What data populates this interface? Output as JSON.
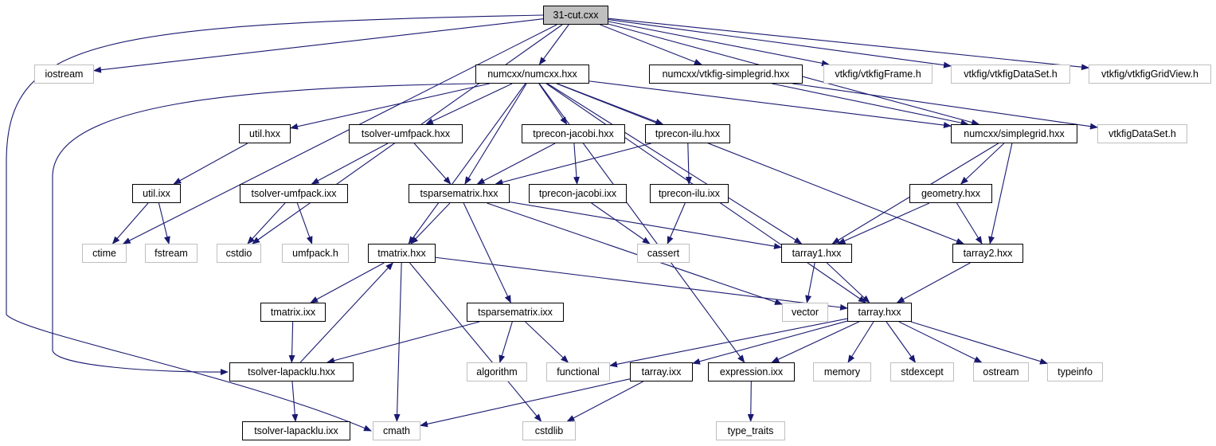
{
  "diagram": {
    "title": "",
    "colors": {
      "edge": "#191970",
      "local_border": "#000000",
      "system_border": "#bfbfbf",
      "root_fill": "#bfbfbf"
    },
    "nodes": [
      {
        "id": "root",
        "label": "31-cut.cxx",
        "kind": "root"
      },
      {
        "id": "iostream",
        "label": "iostream",
        "kind": "system"
      },
      {
        "id": "numcxx",
        "label": "numcxx/numcxx.hxx",
        "kind": "local"
      },
      {
        "id": "nsg",
        "label": "numcxx/vtkfig-simplegrid.hxx",
        "kind": "local"
      },
      {
        "id": "vframe",
        "label": "vtkfig/vtkfigFrame.h",
        "kind": "system"
      },
      {
        "id": "vds",
        "label": "vtkfig/vtkfigDataSet.h",
        "kind": "system"
      },
      {
        "id": "vgv",
        "label": "vtkfig/vtkfigGridView.h",
        "kind": "system"
      },
      {
        "id": "utilh",
        "label": "util.hxx",
        "kind": "local"
      },
      {
        "id": "tumf",
        "label": "tsolver-umfpack.hxx",
        "kind": "local"
      },
      {
        "id": "tjac",
        "label": "tprecon-jacobi.hxx",
        "kind": "local"
      },
      {
        "id": "tilu",
        "label": "tprecon-ilu.hxx",
        "kind": "local"
      },
      {
        "id": "sgrid",
        "label": "numcxx/simplegrid.hxx",
        "kind": "local"
      },
      {
        "id": "vdsh",
        "label": "vtkfigDataSet.h",
        "kind": "system"
      },
      {
        "id": "utili",
        "label": "util.ixx",
        "kind": "local"
      },
      {
        "id": "tumfi",
        "label": "tsolver-umfpack.ixx",
        "kind": "local"
      },
      {
        "id": "tsp",
        "label": "tsparsematrix.hxx",
        "kind": "local"
      },
      {
        "id": "tjaci",
        "label": "tprecon-jacobi.ixx",
        "kind": "local"
      },
      {
        "id": "tilui",
        "label": "tprecon-ilu.ixx",
        "kind": "local"
      },
      {
        "id": "geom",
        "label": "geometry.hxx",
        "kind": "local"
      },
      {
        "id": "ctime",
        "label": "ctime",
        "kind": "system"
      },
      {
        "id": "fstream",
        "label": "fstream",
        "kind": "system"
      },
      {
        "id": "cstdio",
        "label": "cstdio",
        "kind": "system"
      },
      {
        "id": "umfh",
        "label": "umfpack.h",
        "kind": "system"
      },
      {
        "id": "tmat",
        "label": "tmatrix.hxx",
        "kind": "local"
      },
      {
        "id": "cassert",
        "label": "cassert",
        "kind": "system"
      },
      {
        "id": "ta1",
        "label": "tarray1.hxx",
        "kind": "local"
      },
      {
        "id": "ta2",
        "label": "tarray2.hxx",
        "kind": "local"
      },
      {
        "id": "tmati",
        "label": "tmatrix.ixx",
        "kind": "local"
      },
      {
        "id": "tspi",
        "label": "tsparsematrix.ixx",
        "kind": "local"
      },
      {
        "id": "vector",
        "label": "vector",
        "kind": "system"
      },
      {
        "id": "tarr",
        "label": "tarray.hxx",
        "kind": "local"
      },
      {
        "id": "tlap",
        "label": "tsolver-lapacklu.hxx",
        "kind": "local"
      },
      {
        "id": "algo",
        "label": "algorithm",
        "kind": "system"
      },
      {
        "id": "func",
        "label": "functional",
        "kind": "system"
      },
      {
        "id": "tarri",
        "label": "tarray.ixx",
        "kind": "local"
      },
      {
        "id": "expr",
        "label": "expression.ixx",
        "kind": "local"
      },
      {
        "id": "memory",
        "label": "memory",
        "kind": "system"
      },
      {
        "id": "stdexc",
        "label": "stdexcept",
        "kind": "system"
      },
      {
        "id": "ostream",
        "label": "ostream",
        "kind": "system"
      },
      {
        "id": "typeinfo",
        "label": "typeinfo",
        "kind": "system"
      },
      {
        "id": "tlapi",
        "label": "tsolver-lapacklu.ixx",
        "kind": "local"
      },
      {
        "id": "cmath",
        "label": "cmath",
        "kind": "system"
      },
      {
        "id": "cstdlib",
        "label": "cstdlib",
        "kind": "system"
      },
      {
        "id": "typetr",
        "label": "type_traits",
        "kind": "system"
      }
    ],
    "edges": [
      [
        "root",
        "iostream"
      ],
      [
        "root",
        "numcxx"
      ],
      [
        "root",
        "nsg"
      ],
      [
        "root",
        "vframe"
      ],
      [
        "root",
        "vds"
      ],
      [
        "root",
        "vgv"
      ],
      [
        "root",
        "ctime"
      ],
      [
        "root",
        "cstdio"
      ],
      [
        "root",
        "cmath"
      ],
      [
        "root",
        "sgrid"
      ],
      [
        "numcxx",
        "utilh"
      ],
      [
        "numcxx",
        "tumf"
      ],
      [
        "numcxx",
        "tjac"
      ],
      [
        "numcxx",
        "tilu"
      ],
      [
        "numcxx",
        "sgrid"
      ],
      [
        "numcxx",
        "tsp"
      ],
      [
        "numcxx",
        "tmat"
      ],
      [
        "numcxx",
        "ta1"
      ],
      [
        "numcxx",
        "ta2"
      ],
      [
        "numcxx",
        "tarr"
      ],
      [
        "numcxx",
        "expr"
      ],
      [
        "numcxx",
        "tlap"
      ],
      [
        "nsg",
        "sgrid"
      ],
      [
        "nsg",
        "vdsh"
      ],
      [
        "utilh",
        "utili"
      ],
      [
        "utili",
        "ctime"
      ],
      [
        "utili",
        "fstream"
      ],
      [
        "tumf",
        "tumfi"
      ],
      [
        "tumf",
        "tsp"
      ],
      [
        "tumfi",
        "cstdio"
      ],
      [
        "tumfi",
        "umfh"
      ],
      [
        "tjac",
        "tsp"
      ],
      [
        "tjac",
        "tjaci"
      ],
      [
        "tjaci",
        "cassert"
      ],
      [
        "tilu",
        "tsp"
      ],
      [
        "tilu",
        "tilui"
      ],
      [
        "tilui",
        "cassert"
      ],
      [
        "sgrid",
        "ta1"
      ],
      [
        "sgrid",
        "geom"
      ],
      [
        "sgrid",
        "ta2"
      ],
      [
        "geom",
        "ta1"
      ],
      [
        "geom",
        "ta2"
      ],
      [
        "tsp",
        "tmat"
      ],
      [
        "tsp",
        "ta1"
      ],
      [
        "tsp",
        "tspi"
      ],
      [
        "tsp",
        "vector"
      ],
      [
        "ta1",
        "vector"
      ],
      [
        "ta1",
        "tarr"
      ],
      [
        "ta2",
        "tarr"
      ],
      [
        "tmat",
        "tmati"
      ],
      [
        "tmat",
        "tarr"
      ],
      [
        "tmat",
        "cmath"
      ],
      [
        "tmat",
        "cstdlib"
      ],
      [
        "tmati",
        "tlap"
      ],
      [
        "tlap",
        "tmat"
      ],
      [
        "tlap",
        "tlapi"
      ],
      [
        "tspi",
        "tlap"
      ],
      [
        "tspi",
        "algo"
      ],
      [
        "tspi",
        "func"
      ],
      [
        "tarr",
        "func"
      ],
      [
        "tarr",
        "tarri"
      ],
      [
        "tarr",
        "expr"
      ],
      [
        "tarr",
        "memory"
      ],
      [
        "tarr",
        "stdexc"
      ],
      [
        "tarr",
        "ostream"
      ],
      [
        "tarr",
        "typeinfo"
      ],
      [
        "tarri",
        "cmath"
      ],
      [
        "tarri",
        "cstdlib"
      ],
      [
        "expr",
        "typetr"
      ]
    ]
  }
}
